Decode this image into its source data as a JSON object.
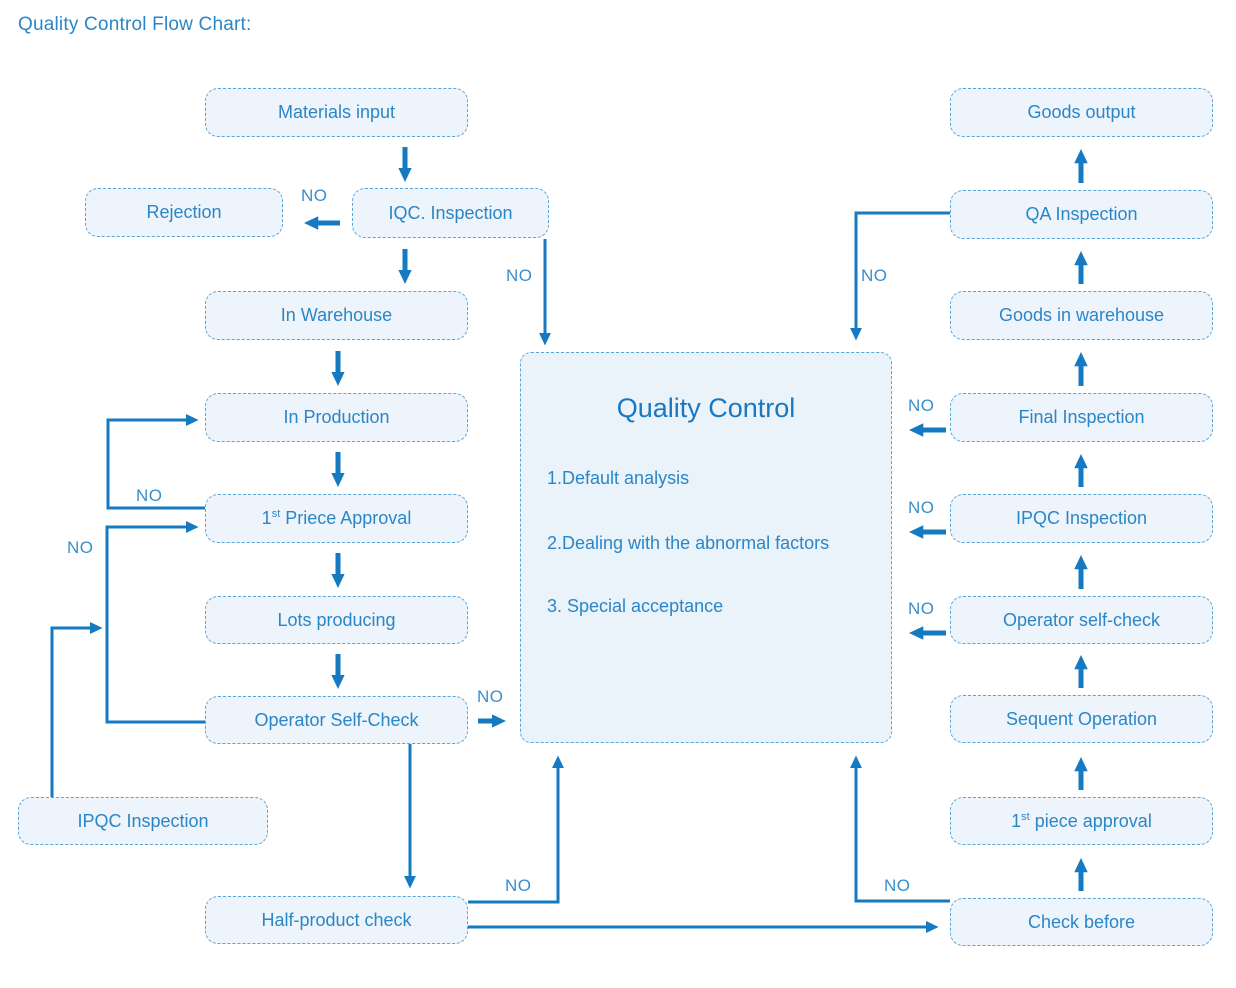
{
  "title": "Quality Control Flow Chart:",
  "labels": {
    "no": "NO"
  },
  "nodes": {
    "materials_input": "Materials input",
    "rejection": "Rejection",
    "iqc_inspection": "IQC. Inspection",
    "in_warehouse": "In Warehouse",
    "in_production": "In Production",
    "first_piece_approval_left": {
      "prefix": "1",
      "sup": "st",
      "rest": " Priece Approval"
    },
    "lots_producing": "Lots producing",
    "operator_self_check_left": "Operator Self-Check",
    "ipqc_inspection_left": "IPQC Inspection",
    "half_product_check": "Half-product check",
    "goods_output": "Goods output",
    "qa_inspection": "QA Inspection",
    "goods_in_warehouse": "Goods in warehouse",
    "final_inspection": "Final Inspection",
    "ipqc_inspection_right": "IPQC Inspection",
    "operator_self_check_right": "Operator self-check",
    "sequent_operation": "Sequent Operation",
    "first_piece_approval_right": {
      "prefix": "1",
      "sup": "st",
      "rest": " piece approval"
    },
    "check_before": "Check before"
  },
  "quality_control": {
    "title": "Quality Control",
    "items": [
      "1.Default analysis",
      "2.Dealing with the abnormal factors",
      "3. Special acceptance"
    ]
  },
  "colors": {
    "accent_stroke": "#157ac1",
    "node_text": "#2b86c7",
    "node_fill": "#edf4fb",
    "node_border": "#58a5da",
    "background": "#ffffff"
  }
}
